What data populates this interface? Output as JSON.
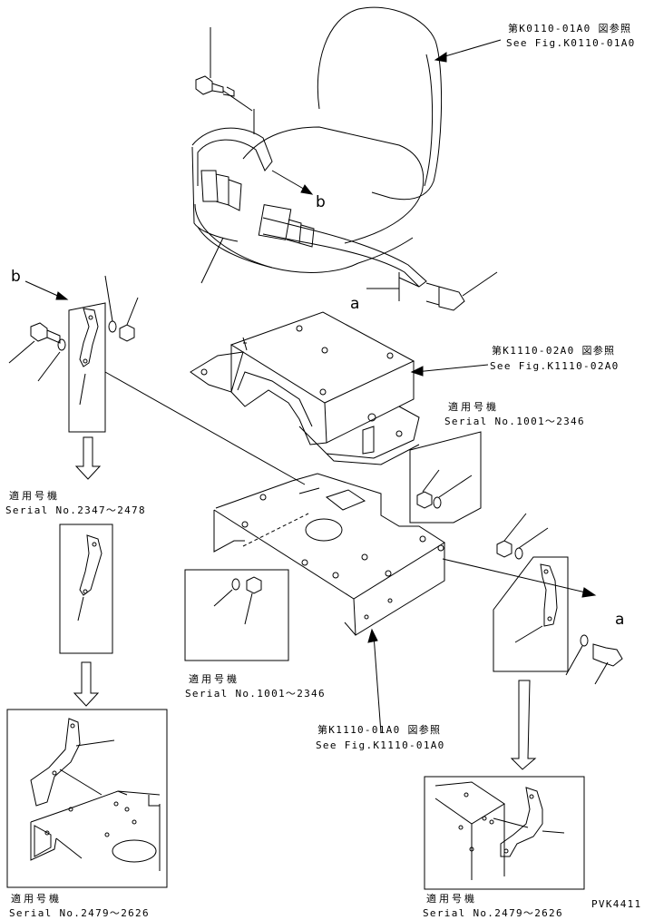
{
  "references": {
    "seat": {
      "jp": "第K0110-01A0 図参照",
      "en": "See Fig.K0110-01A0"
    },
    "seat_bracket": {
      "jp": "第K1110-02A0 図参照",
      "en": "See Fig.K1110-02A0"
    },
    "floor_plate": {
      "jp": "第K1110-01A0 図参照",
      "en": "See Fig.K1110-01A0"
    }
  },
  "serials": {
    "label_jp": "適用号機",
    "top_right": "Serial No.1001～2346",
    "left_upper": "Serial No.2347～2478",
    "center": "Serial No.1001～2346",
    "bottom_left": "Serial No.2479～2626",
    "bottom_right": "Serial No.2479～2626"
  },
  "callouts": {
    "a_top": "a",
    "a_right": "a",
    "b_seat": "b",
    "b_left": "b"
  },
  "drawing_code": "PVK4411"
}
